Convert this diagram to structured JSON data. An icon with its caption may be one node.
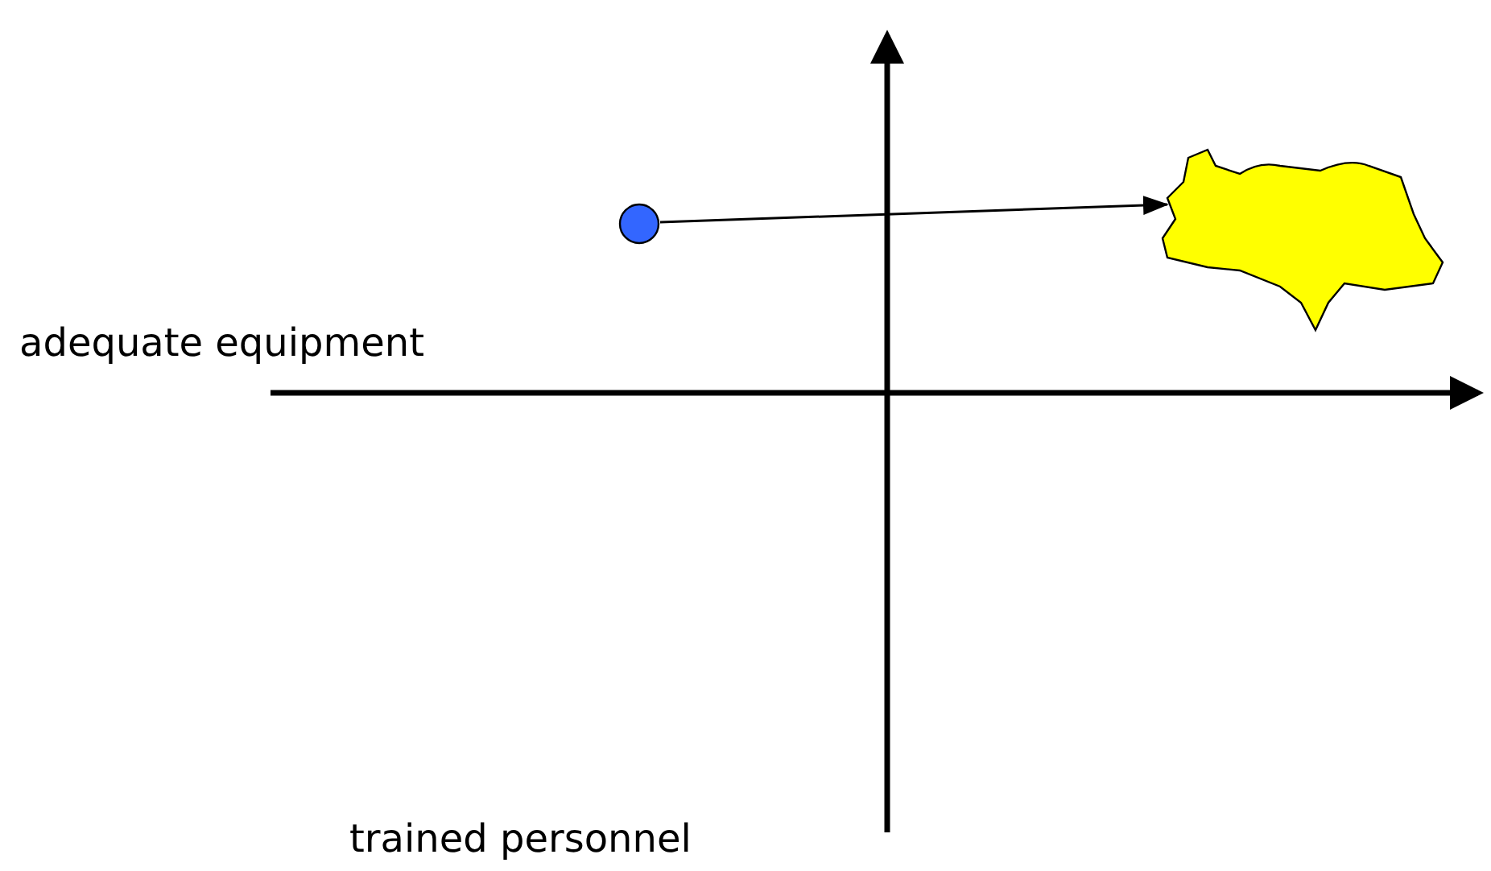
{
  "diagram": {
    "nodes": [
      {
        "text": [],
        "shape": "circle"
      },
      {
        "text": [],
        "shape": "cloud"
      }
    ],
    "edges": [
      {
        "from": 0,
        "to": 1,
        "arrow": "to"
      }
    ],
    "labels": [
      "adequate equipment",
      "trained personnel"
    ]
  }
}
